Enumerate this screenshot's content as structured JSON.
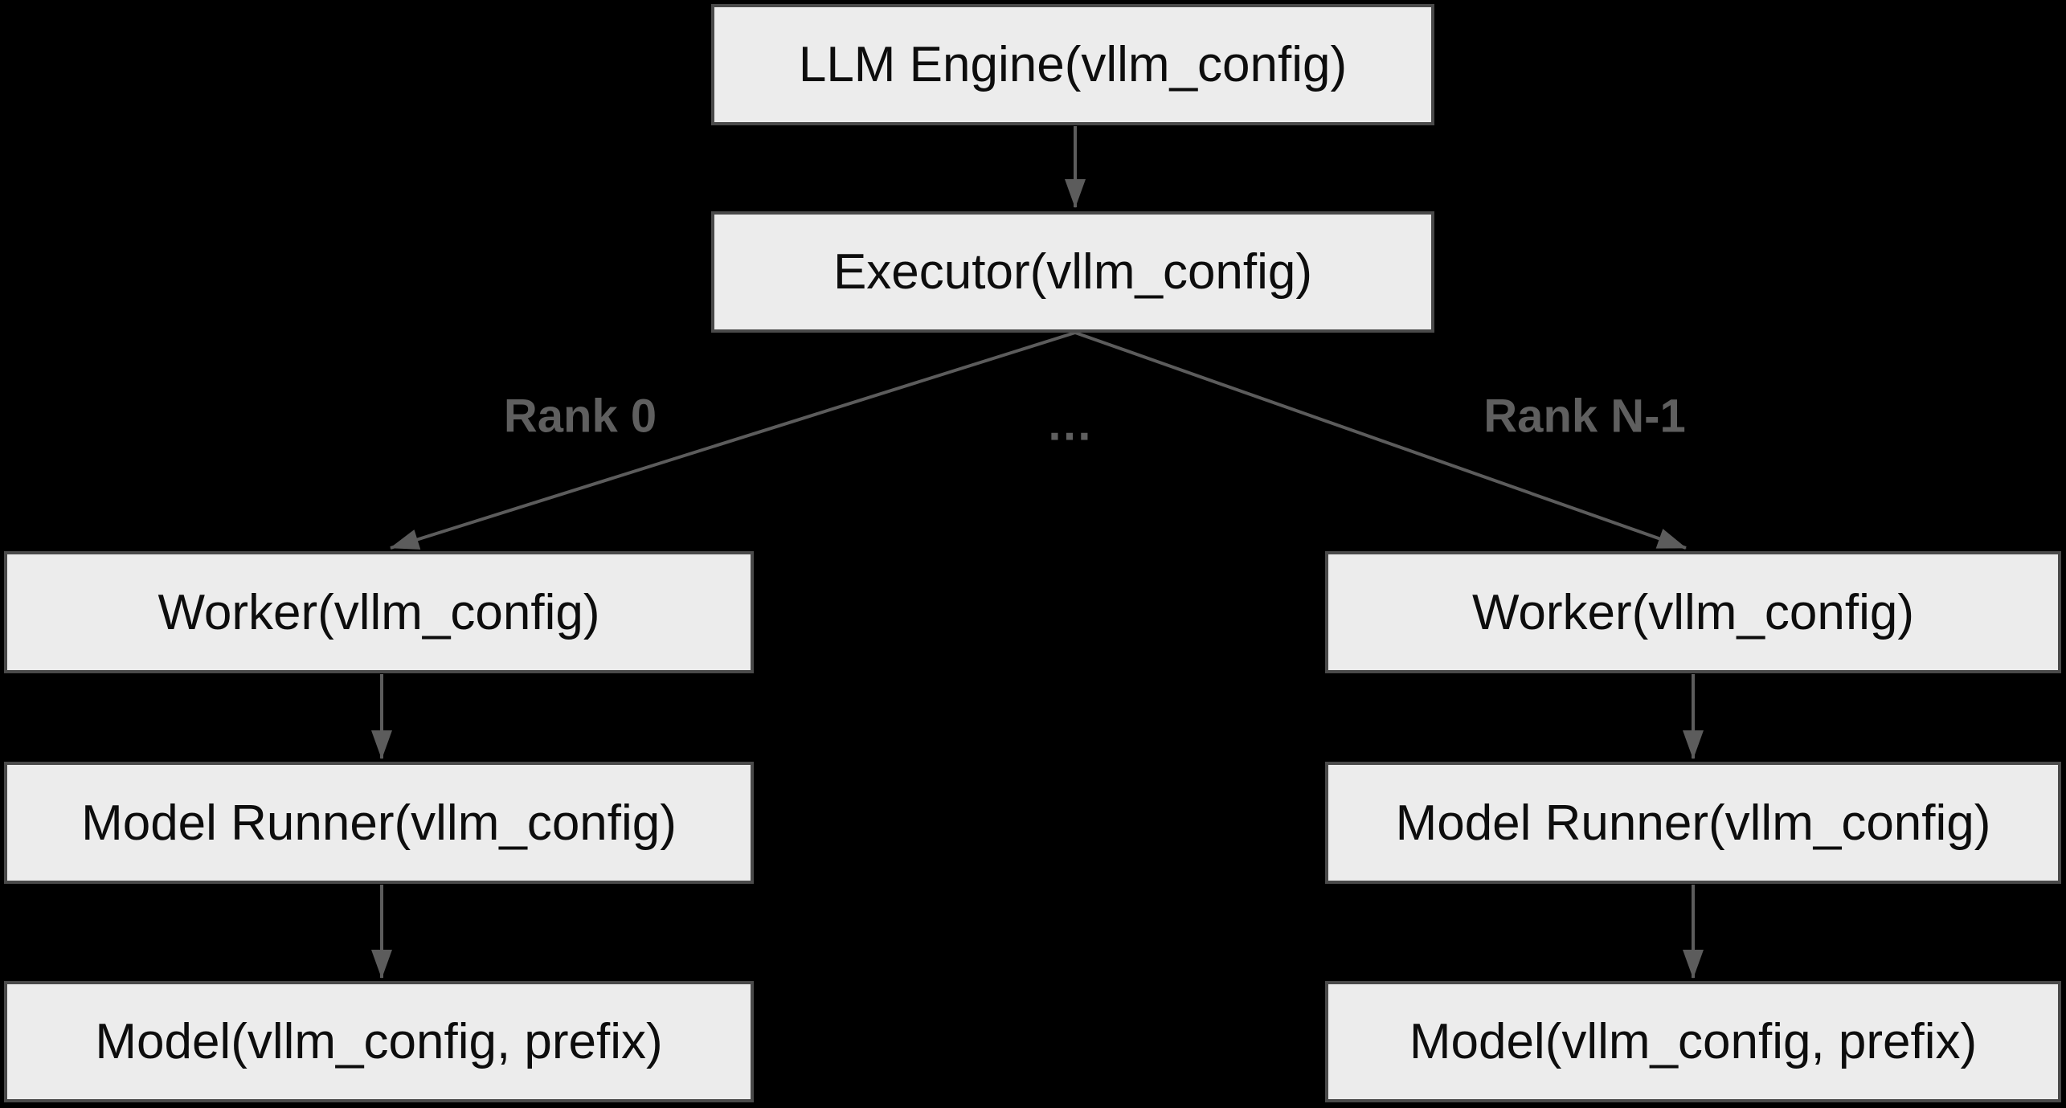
{
  "diagram": {
    "colors": {
      "background": "#000000",
      "node_fill": "#ececec",
      "node_border": "#4a4a4a",
      "node_text": "#0d0d0d",
      "edge_color": "#5c5c5c",
      "edge_label_color": "#5f5f5f"
    },
    "nodes": {
      "llm_engine": {
        "label": "LLM Engine(vllm_config)"
      },
      "executor": {
        "label": "Executor(vllm_config)"
      },
      "worker_rank0": {
        "label": "Worker(vllm_config)"
      },
      "model_runner_rank0": {
        "label": "Model Runner(vllm_config)"
      },
      "model_rank0": {
        "label": "Model(vllm_config, prefix)"
      },
      "worker_rankN": {
        "label": "Worker(vllm_config)"
      },
      "model_runner_rankN": {
        "label": "Model Runner(vllm_config)"
      },
      "model_rankN": {
        "label": "Model(vllm_config, prefix)"
      }
    },
    "edge_labels": {
      "rank_0": "Rank 0",
      "ellipsis": "…",
      "rank_n_minus_1": "Rank N-1"
    }
  }
}
